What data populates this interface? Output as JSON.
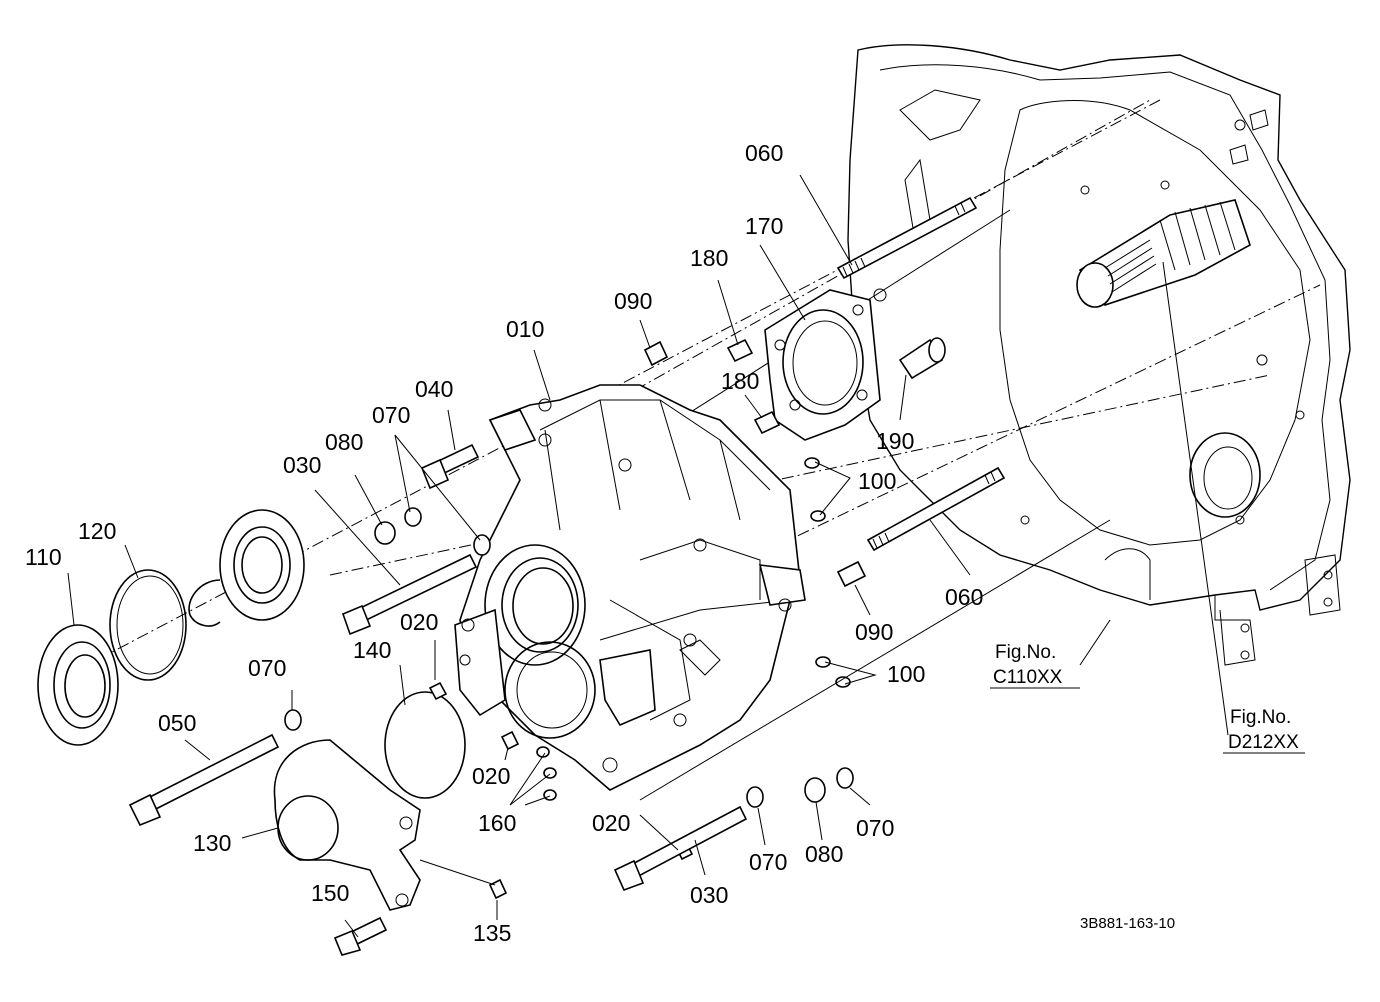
{
  "labels": [
    {
      "id": "l060a",
      "text": "060"
    },
    {
      "id": "l170",
      "text": "170"
    },
    {
      "id": "l180a",
      "text": "180"
    },
    {
      "id": "l090a",
      "text": "090"
    },
    {
      "id": "l010",
      "text": "010"
    },
    {
      "id": "l180b",
      "text": "180"
    },
    {
      "id": "l040",
      "text": "040"
    },
    {
      "id": "l070a",
      "text": "070"
    },
    {
      "id": "l080a",
      "text": "080"
    },
    {
      "id": "l190",
      "text": "190"
    },
    {
      "id": "l030a",
      "text": "030"
    },
    {
      "id": "l100a",
      "text": "100"
    },
    {
      "id": "l120",
      "text": "120"
    },
    {
      "id": "l110",
      "text": "110"
    },
    {
      "id": "l060b",
      "text": "060"
    },
    {
      "id": "l020a",
      "text": "020"
    },
    {
      "id": "l090b",
      "text": "090"
    },
    {
      "id": "l140",
      "text": "140"
    },
    {
      "id": "l070b",
      "text": "070"
    },
    {
      "id": "l100b",
      "text": "100"
    },
    {
      "id": "l050",
      "text": "050"
    },
    {
      "id": "l020b",
      "text": "020"
    },
    {
      "id": "l160",
      "text": "160"
    },
    {
      "id": "l020c",
      "text": "020"
    },
    {
      "id": "l130",
      "text": "130"
    },
    {
      "id": "l070c",
      "text": "070"
    },
    {
      "id": "l080b",
      "text": "080"
    },
    {
      "id": "l070d",
      "text": "070"
    },
    {
      "id": "l030b",
      "text": "030"
    },
    {
      "id": "l150",
      "text": "150"
    },
    {
      "id": "l135",
      "text": "135"
    }
  ],
  "references": [
    {
      "id": "r1",
      "prefix": "Fig.No.",
      "code": "C110XX"
    },
    {
      "id": "r2",
      "prefix": "Fig.No.",
      "code": "D212XX"
    }
  ],
  "drawing_code": "3B881-163-10"
}
